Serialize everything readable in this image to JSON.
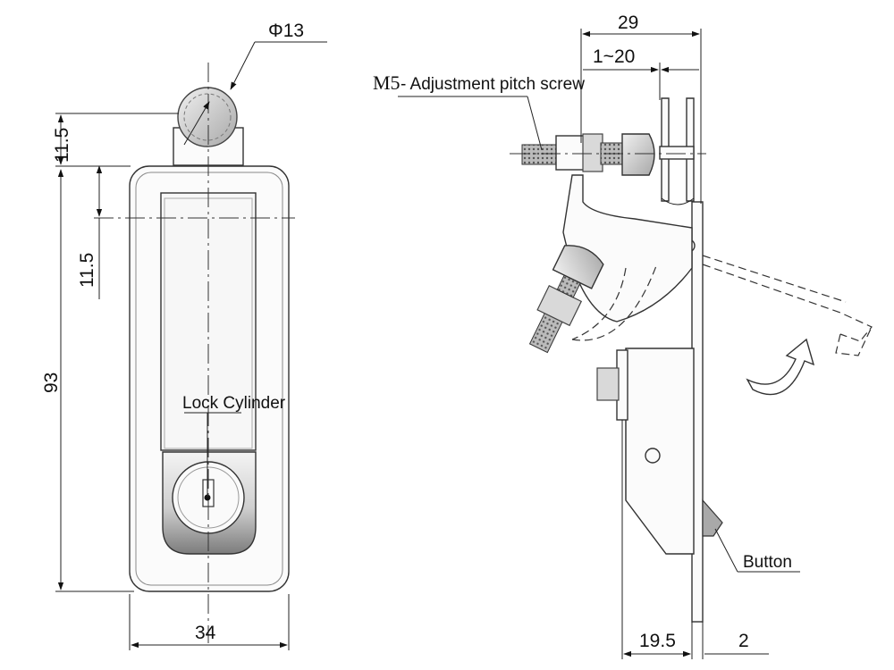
{
  "dimensions": {
    "front": {
      "knob_diameter": "Φ13",
      "knob_height": "11.5",
      "handle_offset": "11.5",
      "overall_height": "93",
      "overall_width": "34"
    },
    "side": {
      "overall_depth": "29",
      "adjustment_range": "1~20",
      "body_depth": "19.5",
      "plate_thickness": "2"
    }
  },
  "labels": {
    "lock_cylinder": "Lock Cylinder",
    "thread_size": "M5",
    "screw_description": "- Adjustment pitch screw",
    "button": "Button"
  }
}
